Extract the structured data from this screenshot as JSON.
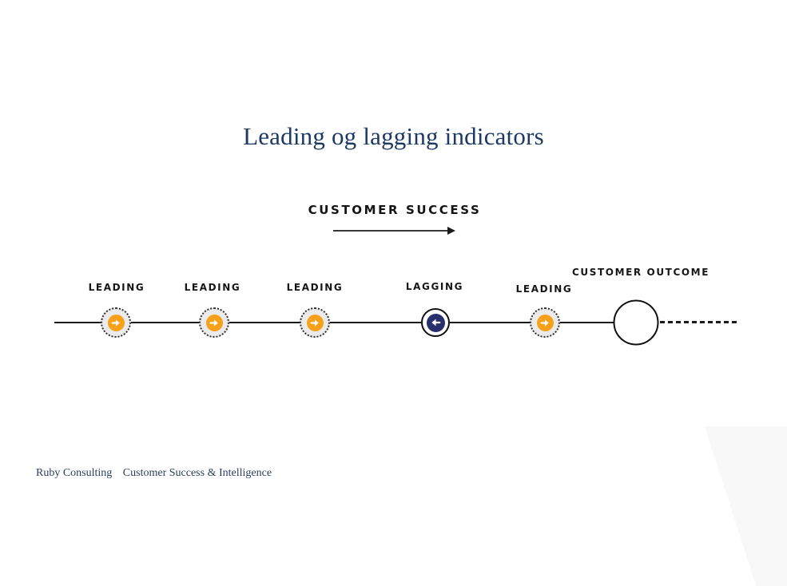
{
  "title": {
    "text": "Leading og lagging indicators"
  },
  "flow": {
    "label": "CUSTOMER SUCCESS"
  },
  "nodes": [
    {
      "id": "leading-1",
      "type": "leading",
      "label": "LEADING",
      "direction": "right"
    },
    {
      "id": "leading-2",
      "type": "leading",
      "label": "LEADING",
      "direction": "right"
    },
    {
      "id": "leading-3",
      "type": "leading",
      "label": "LEADING",
      "direction": "right"
    },
    {
      "id": "lagging-1",
      "type": "lagging",
      "label": "LAGGING",
      "direction": "left"
    },
    {
      "id": "leading-4",
      "type": "leading",
      "label": "LEADING",
      "direction": "right"
    },
    {
      "id": "outcome",
      "type": "outcome",
      "label": "CUSTOMER OUTCOME"
    }
  ],
  "footer": {
    "brand": "Ruby Consulting",
    "tagline": "Customer Success & Intelligence"
  },
  "colors": {
    "title_navy": "#1d3a64",
    "leading_orange": "#f7a11a",
    "lagging_navy": "#292f6c",
    "node_fill": "#ebebeb",
    "line_black": "#1b1b1b"
  }
}
